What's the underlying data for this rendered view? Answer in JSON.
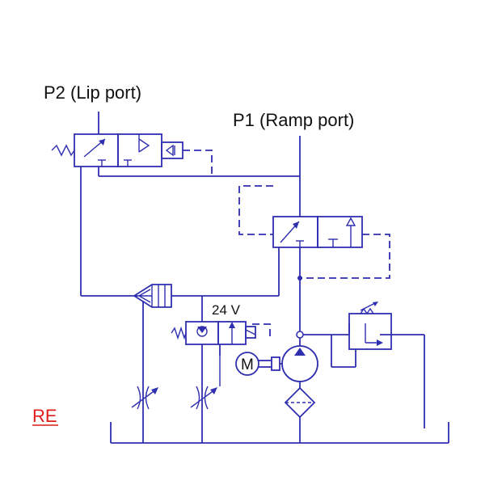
{
  "labels": {
    "p2": "P2 (Lip port)",
    "p1": "P1 (Ramp port)",
    "voltage": "24 V",
    "motor": "M",
    "fragment": "RE"
  },
  "colors": {
    "line": "#2f2fb0",
    "text": "#111111",
    "fragment": "#e01b1b"
  }
}
